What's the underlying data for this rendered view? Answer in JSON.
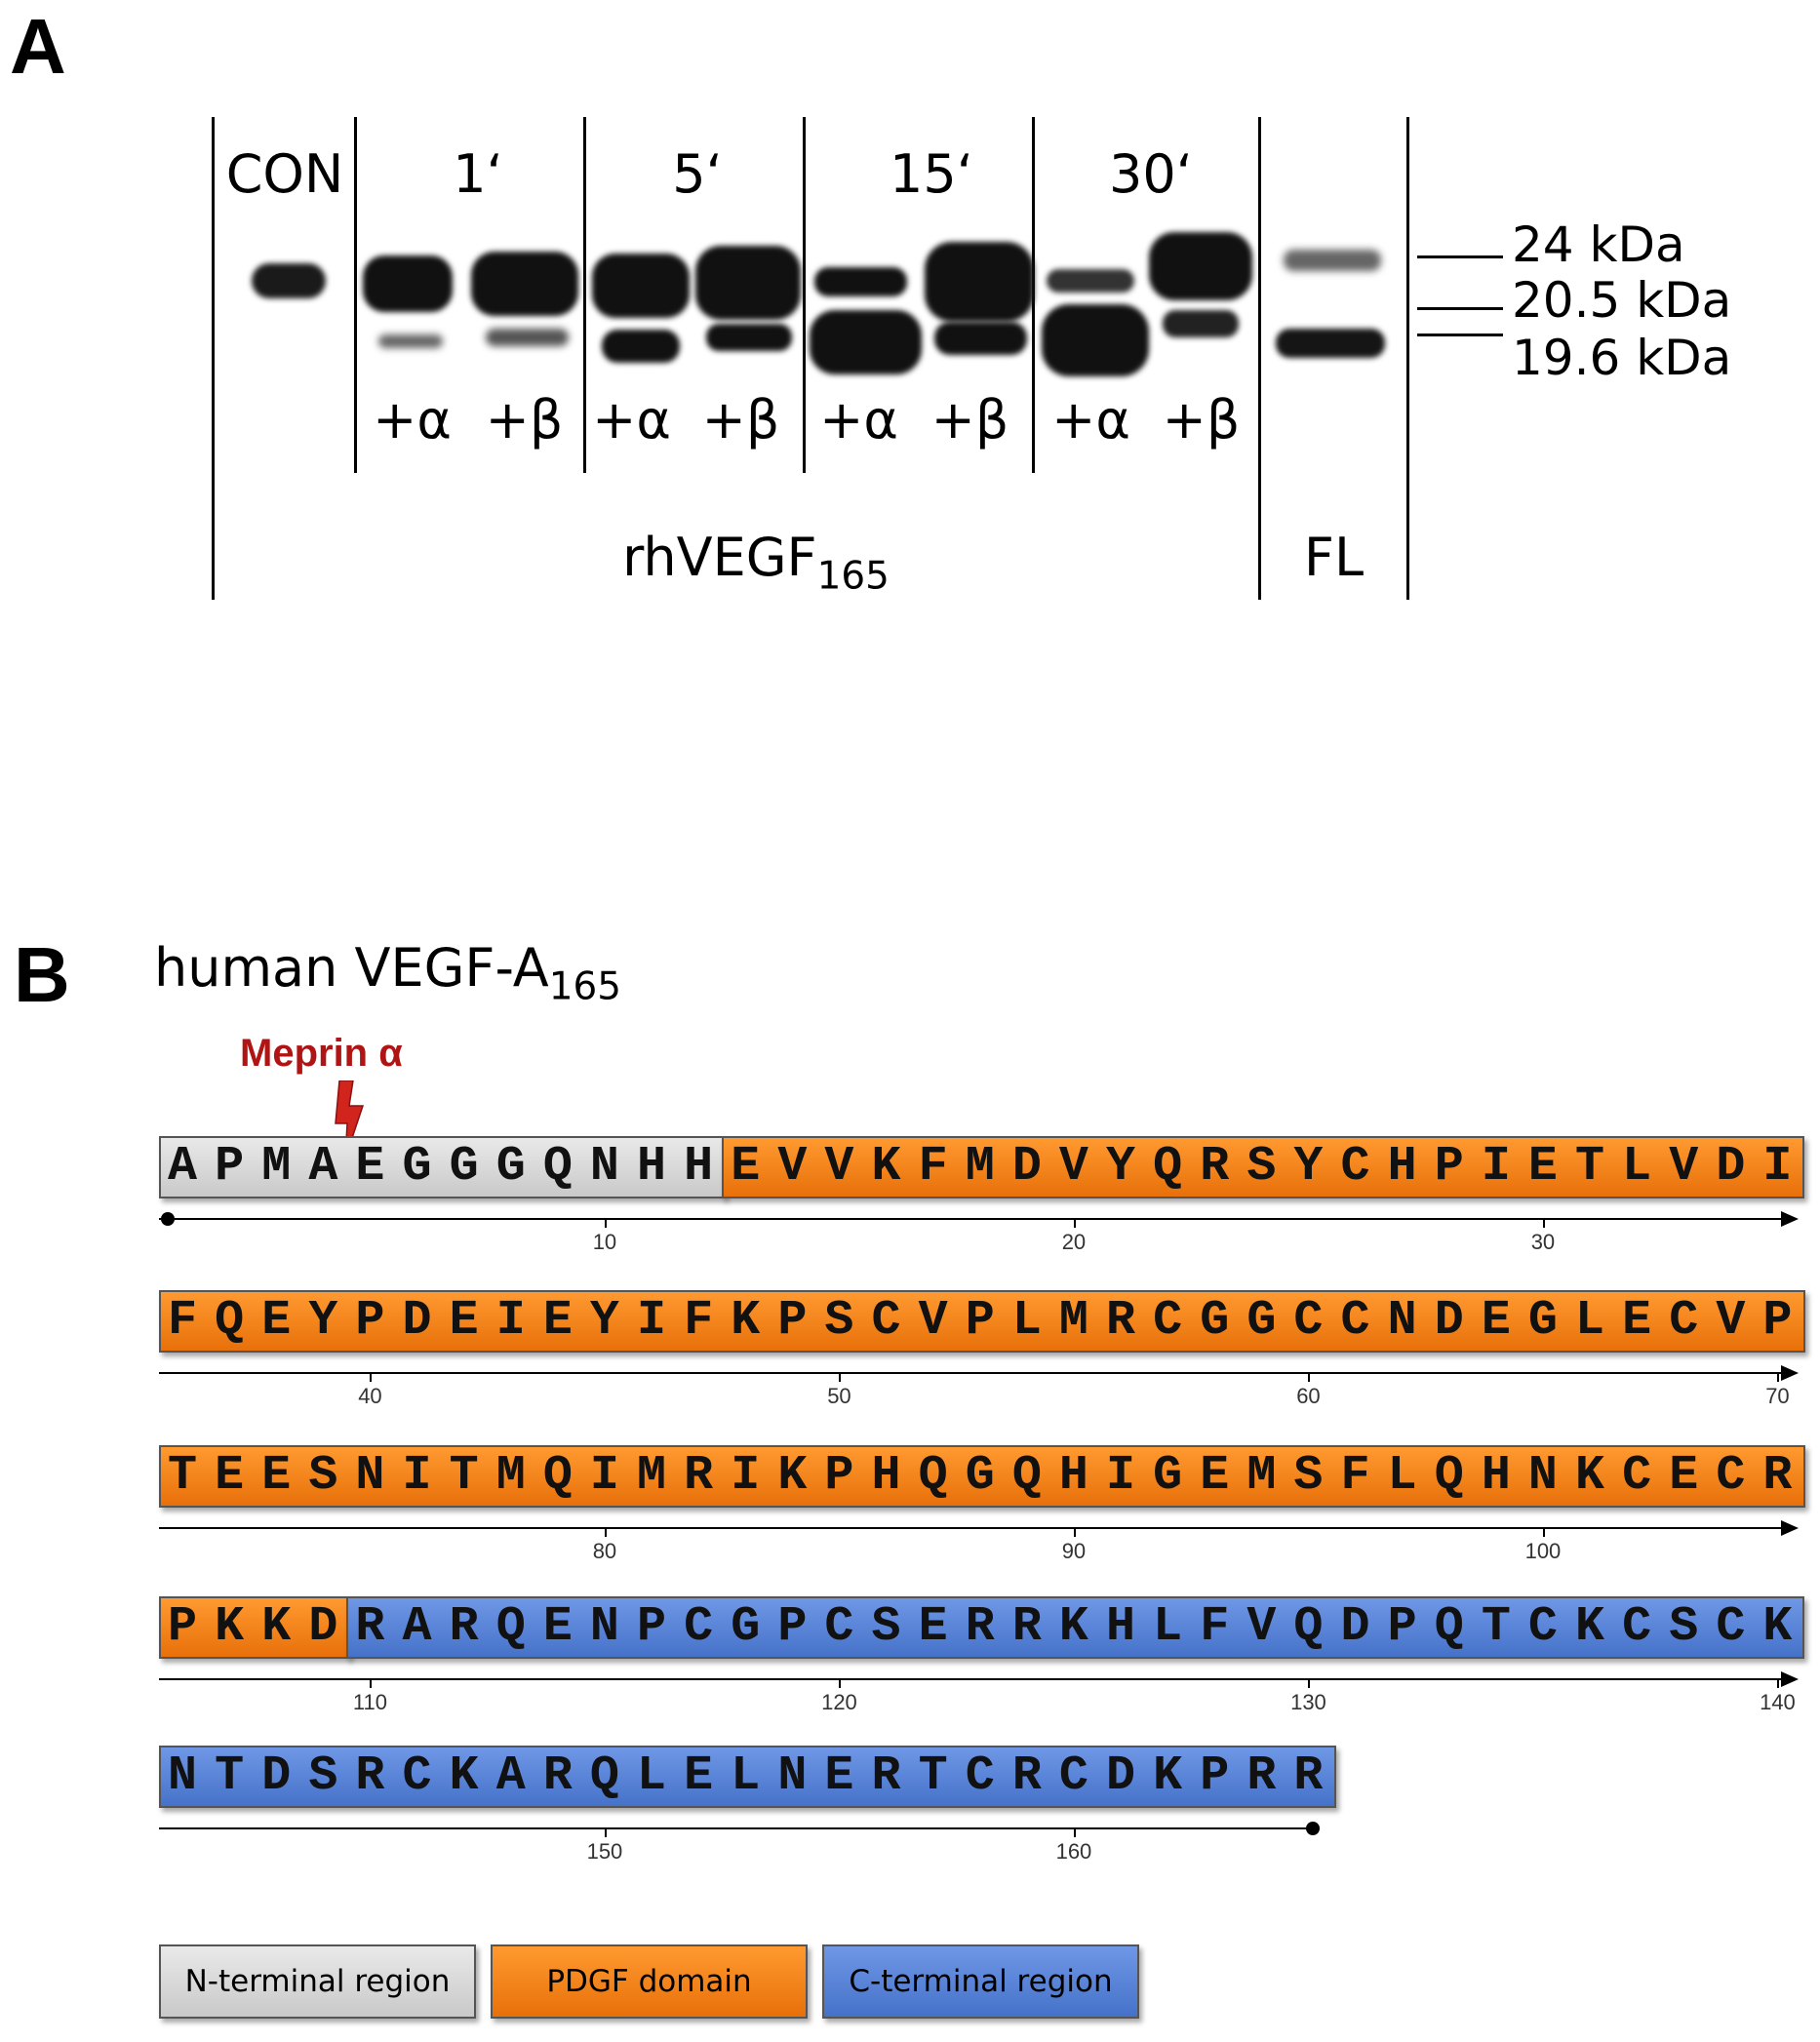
{
  "panel_a": {
    "letter": "A",
    "headers": {
      "con": "CON",
      "t1": "1‘",
      "t5": "5‘",
      "t15": "15‘",
      "t30": "30‘"
    },
    "treatments": {
      "alpha": "+α",
      "beta": "+β"
    },
    "bottom_label": {
      "main": "rhVEGF",
      "sub": "165"
    },
    "fl_label": "FL",
    "mw_markers": [
      "24 kDa",
      "20.5 kDa",
      "19.6 kDa"
    ]
  },
  "panel_b": {
    "letter": "B",
    "title": {
      "main": "human VEGF-A",
      "sub": "165"
    },
    "cleavage_label": "Meprin α",
    "colors": {
      "n_terminal": "#d9d9d9",
      "pdgf": "#f5841f",
      "c_terminal": "#5b85d8",
      "meprin": "#b01515"
    },
    "rows": [
      {
        "segments": [
          {
            "region": "n",
            "seq": "APMAEGGGQNHH"
          },
          {
            "region": "p",
            "seq": "EVVKFMDVYQRSYCHPIETLVDI"
          }
        ],
        "ticks": [
          "10",
          "20",
          "30"
        ]
      },
      {
        "segments": [
          {
            "region": "p",
            "seq": "FQEYPDEIEYIFKPSCVPLMRCGGCCNDEGLECVP"
          }
        ],
        "ticks": [
          "40",
          "50",
          "60",
          "70"
        ]
      },
      {
        "segments": [
          {
            "region": "p",
            "seq": "TEESNITMQIMRIKPHQGQHIGEMSFLQHNKCECR"
          }
        ],
        "ticks": [
          "80",
          "90",
          "100"
        ]
      },
      {
        "segments": [
          {
            "region": "p",
            "seq": "PKKD"
          },
          {
            "region": "c",
            "seq": "RARQENPCGPCSERRKHLFVQDPQTCKCSCK"
          }
        ],
        "ticks": [
          "110",
          "120",
          "130",
          "140"
        ]
      },
      {
        "segments": [
          {
            "region": "c",
            "seq": "NTDSRCKARQLELNERTCRCDKPRR"
          }
        ],
        "ticks": [
          "150",
          "160"
        ]
      }
    ],
    "legend": [
      "N-terminal region",
      "PDGF domain",
      "C-terminal region"
    ]
  }
}
